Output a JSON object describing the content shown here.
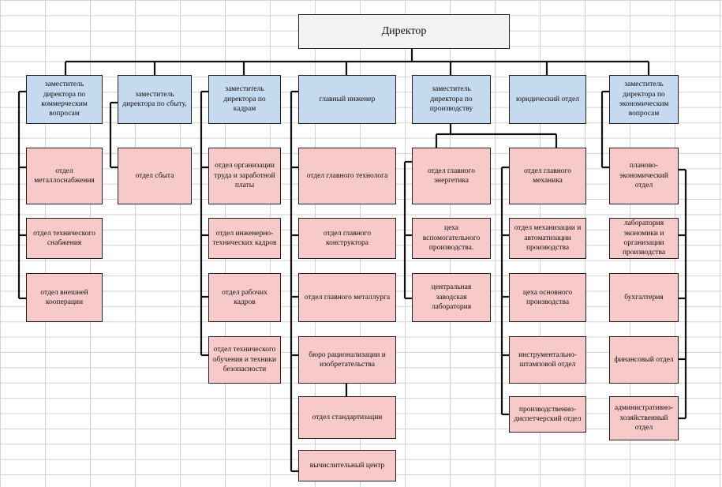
{
  "director": "Директор",
  "deputies": {
    "commerce": "заместитель директора по коммерческим вопросам",
    "sales": "заместитель директора по сбыту,",
    "hr": "заместитель директора по кадрам",
    "chief_engineer": "главный инженер",
    "production": "заместитель директора по производству",
    "legal": "юридический отдел",
    "economics": "заместитель директора по экономическим вопросам"
  },
  "commerce_depts": [
    "отдел металлоснабжения",
    "отдел технического снабжения",
    "отдел внешней кооперации"
  ],
  "sales_depts": [
    "отдел сбыта"
  ],
  "hr_depts": [
    "отдел организации труда и заработной платы",
    "отдел инженерно-технических кадров",
    "отдел рабочих кадров",
    "отдел технического обучения и техники безопасности"
  ],
  "engineer_depts": [
    "отдел главного технолога",
    "отдел главного конструктора",
    "отдел главного металлурга",
    "бюро рационализации и изобретательства",
    "отдел стандартизации",
    "вычислительный центр"
  ],
  "energy_branch": [
    "отдел главного энергетика",
    "цеха вспомогательного производства.",
    "центральная заводская лаборатория"
  ],
  "mechanic_branch": [
    "отдел главного механика",
    "отдел механизации и автоматизации производства",
    "цеха основного производства",
    "инструментально-штамповой отдел",
    "производственно-диспетчерский отдел"
  ],
  "economics_depts": [
    "планово-экономический отдел",
    "лаборатория экономики и организации производства",
    "бухгалтерия",
    "финансовый отдел",
    "административно-хозяйственный отдел"
  ]
}
